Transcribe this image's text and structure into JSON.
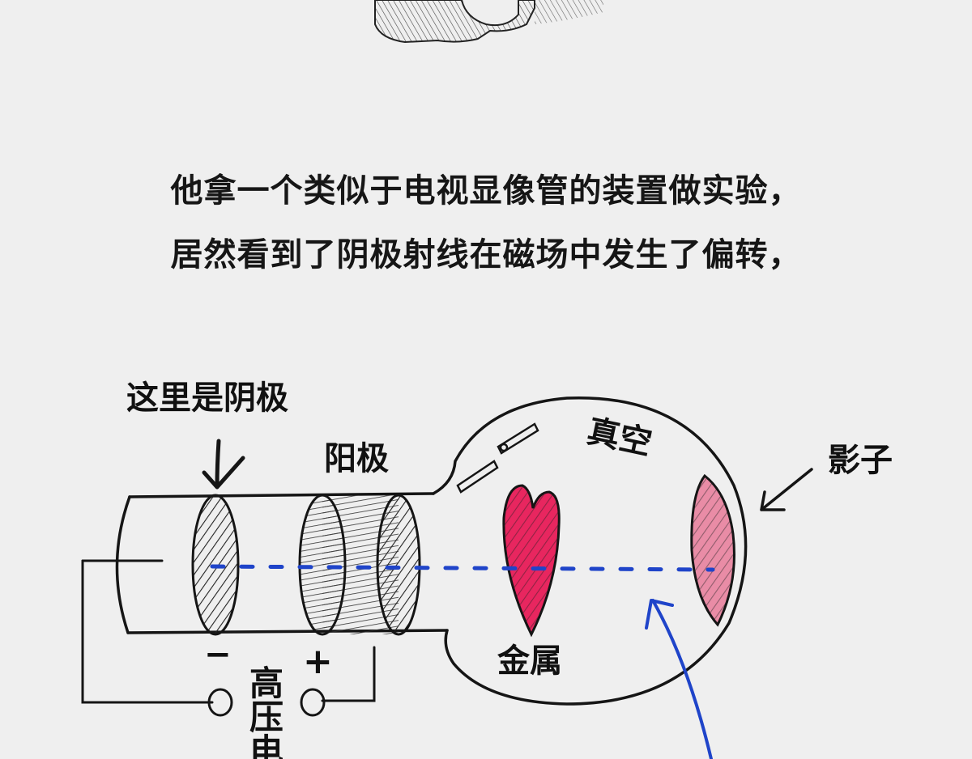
{
  "captions": {
    "line1": "他拿一个类似于电视显像管的装置做实验，",
    "line2": "居然看到了阴极射线在磁场中发生了偏转，"
  },
  "diagram": {
    "cathode_note": "这里是阴极",
    "anode": "阳极",
    "vacuum": "真空",
    "shadow": "影子",
    "metal": "金属",
    "minus": "−",
    "plus": "+",
    "power_supply": "高压电"
  },
  "colors": {
    "background": "#efefef",
    "ink": "#161616",
    "cathode_ray": "#1f44c9",
    "metal_heart": "#e8265f",
    "shadow_fill": "#e98ca6"
  }
}
